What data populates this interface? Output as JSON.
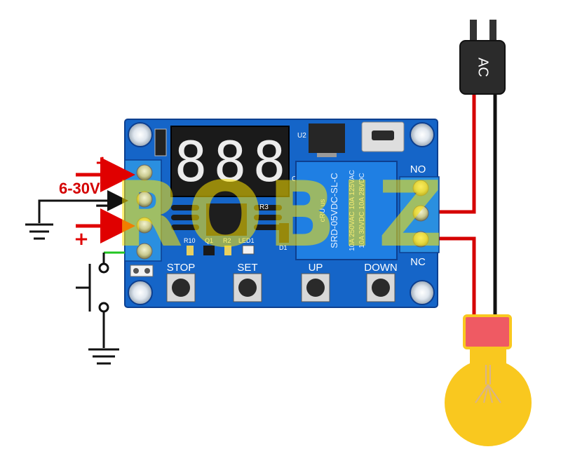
{
  "supply": {
    "voltage_label": "6-30V",
    "plus_top": "+",
    "minus": "−",
    "plus_bottom": "+"
  },
  "display": {
    "digits": [
      "8",
      "8",
      "8"
    ]
  },
  "board": {
    "silkscreen": {
      "u2": "U2",
      "c3": "C3",
      "r3": "R3",
      "r10": "R10",
      "q1": "Q1",
      "r2": "R2",
      "led1": "LED1",
      "d1": "D1"
    },
    "buttons": [
      "STOP",
      "SET",
      "UP",
      "DOWN"
    ],
    "terminals": {
      "no": "NO",
      "nc": "NC"
    }
  },
  "relay": {
    "lines": [
      "SRD-05VDC-SL-C",
      "10A 250VAC  10A 125VAC",
      "10A 30VDC  10A 28VDC"
    ],
    "brand": "cRU us"
  },
  "plug": {
    "label": "AC"
  },
  "watermark": {
    "text": "ROBIZ"
  },
  "colors": {
    "pcb": "#1565c8",
    "pcb_dark": "#0d3f8f",
    "terminal_block": "#2a8fe0",
    "relay": "#1f7fe3",
    "wire_red": "#d50000",
    "wire_black": "#111111",
    "wire_green": "#22c522",
    "bulb": "#f9c81f",
    "bulb_cap": "#ef5a63",
    "watermark": "#ffe600"
  }
}
